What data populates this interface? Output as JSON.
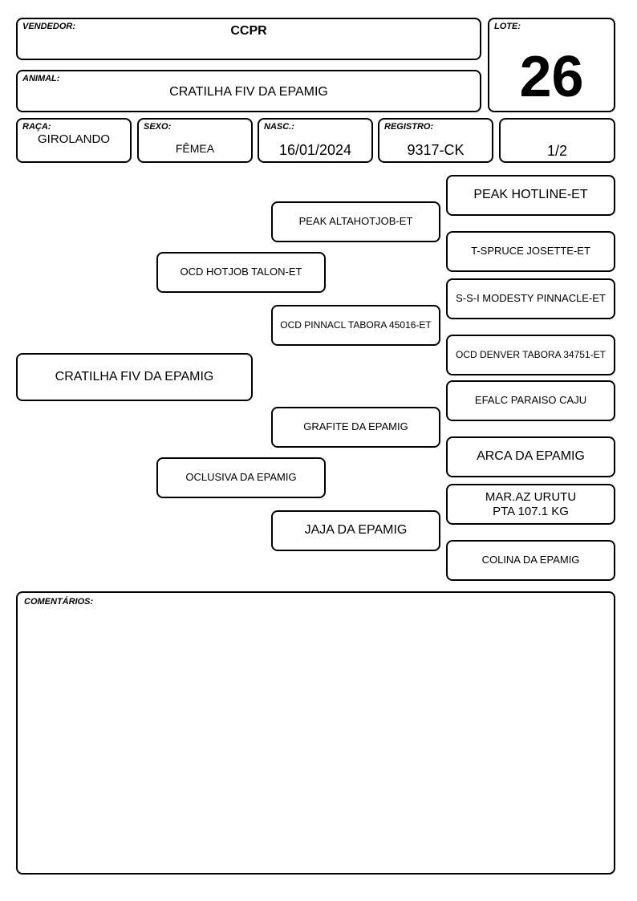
{
  "header": {
    "vendedor_label": "VENDEDOR:",
    "vendedor": "CCPR",
    "lote_label": "LOTE:",
    "lote": "26",
    "animal_label": "ANIMAL:",
    "animal": "CRATILHA FIV DA EPAMIG"
  },
  "info": {
    "raca_label": "RAÇA:",
    "raca": "GIROLANDO",
    "sexo_label": "SEXO:",
    "sexo": "FÊMEA",
    "nasc_label": "NASC.:",
    "nasc": "16/01/2024",
    "registro_label": "REGISTRO:",
    "registro": "9317-CK",
    "fraction": "1/2"
  },
  "pedigree": {
    "animal": "CRATILHA FIV DA EPAMIG",
    "sire": "OCD HOTJOB TALON-ET",
    "dam": "OCLUSIVA DA EPAMIG",
    "sire_sire": "PEAK ALTAHOTJOB-ET",
    "sire_dam": "OCD PINNACL TABORA 45016-ET",
    "dam_sire": "GRAFITE DA EPAMIG",
    "dam_dam": "JAJA DA EPAMIG",
    "ggp": [
      "PEAK HOTLINE-ET",
      "T-SPRUCE JOSETTE-ET",
      "S-S-I MODESTY PINNACLE-ET",
      "OCD DENVER TABORA 34751-ET",
      "EFALC PARAISO CAJU",
      "ARCA DA EPAMIG",
      "MAR.AZ URUTU",
      "PTA 107.1 KG",
      "COLINA DA EPAMIG"
    ]
  },
  "comments": {
    "label": "COMENTÁRIOS:",
    "text": ""
  }
}
